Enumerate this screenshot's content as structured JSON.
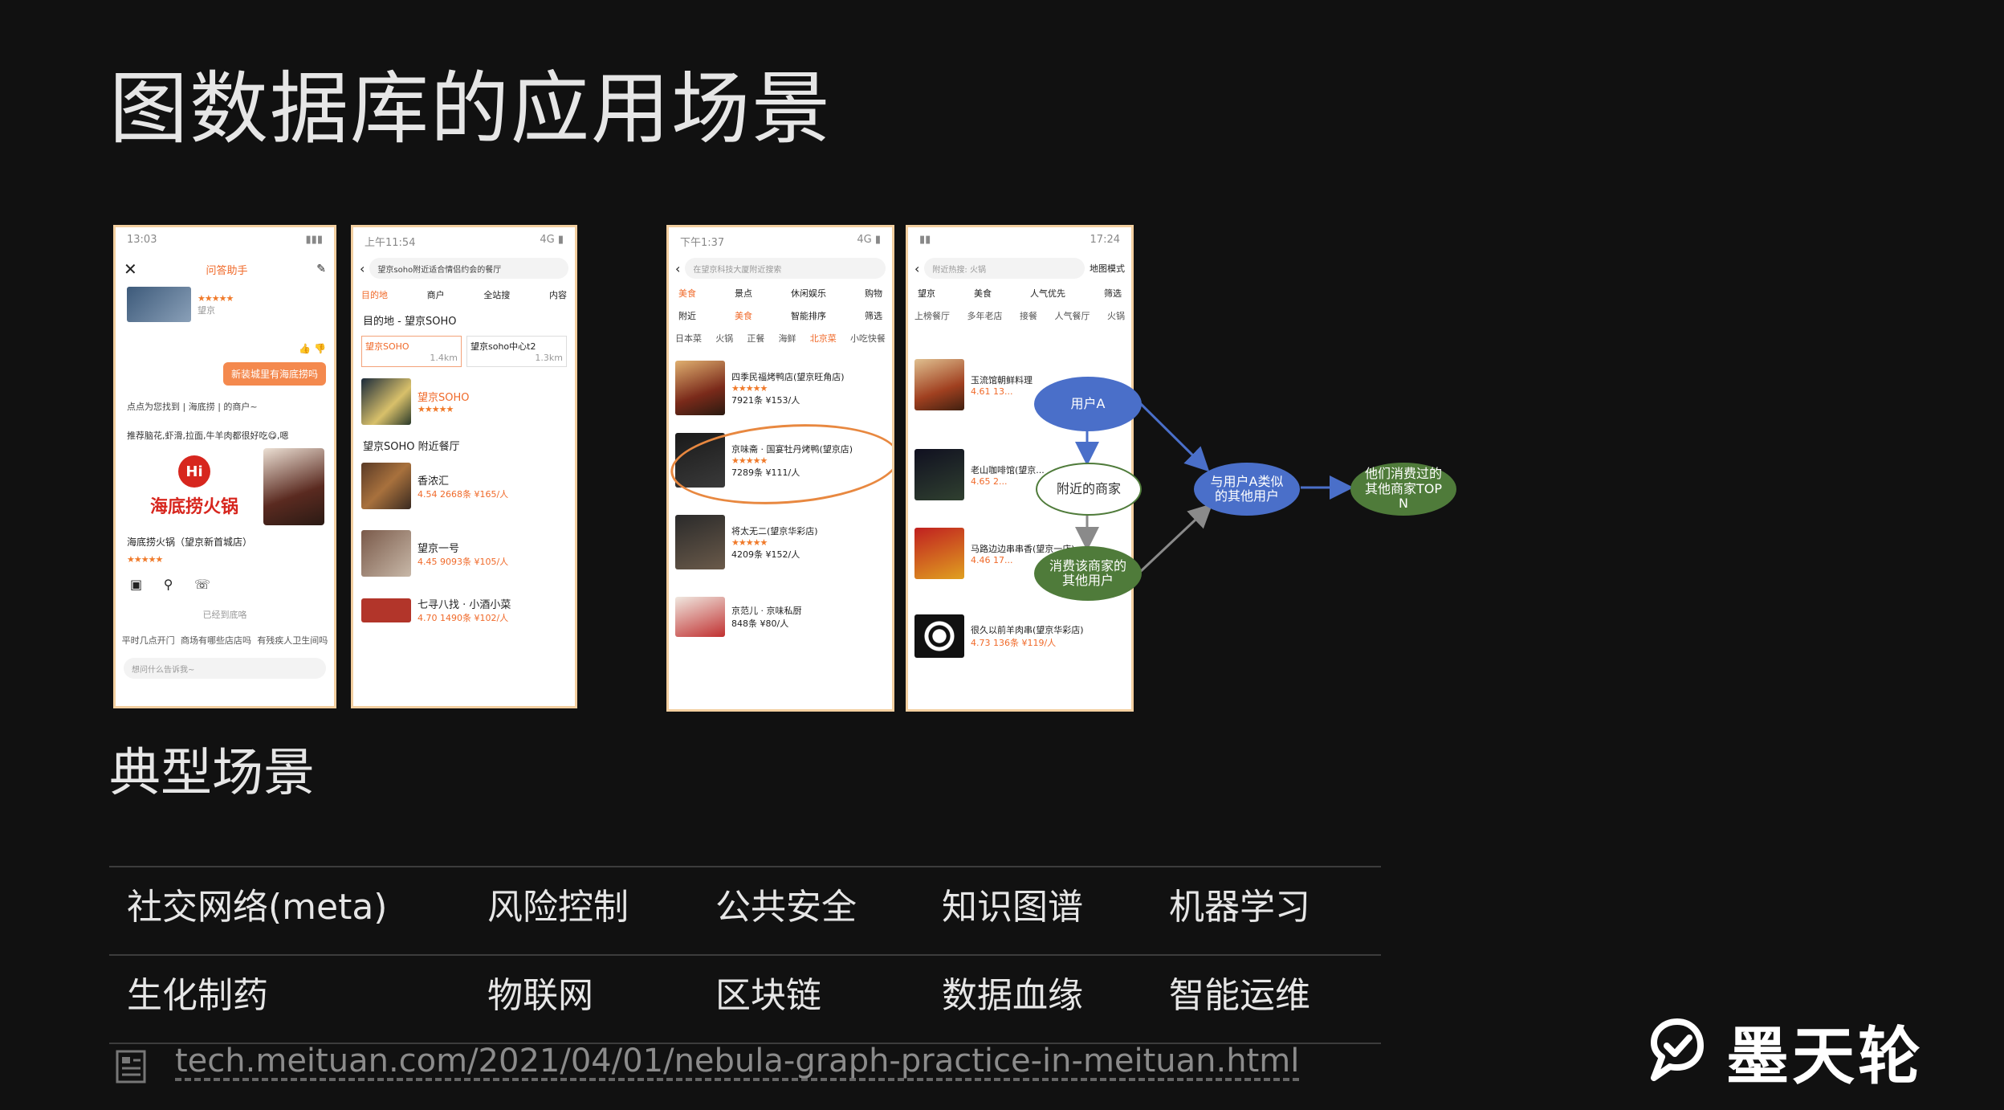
{
  "title": "图数据库的应用场景",
  "subtitle": "典型场景",
  "scenarios": [
    [
      "社交网络(meta)",
      "风险控制",
      "公共安全",
      "知识图谱",
      "机器学习"
    ],
    [
      "生化制药",
      "物联网",
      "区块链",
      "数据血缘",
      "智能运维"
    ]
  ],
  "link": "tech.meituan.com/2021/04/01/nebula-graph-practice-in-meituan.html",
  "logo_text": "墨天轮",
  "phone1": {
    "header": "问答助手",
    "bubble": "新装城里有海底捞吗",
    "q": "点点为您找到 | 海底捞 | 的商户~",
    "rec": "推荐脑花,虾滑,拉面,牛羊肉都很好吃😋,嗯",
    "brand": "海底捞火锅",
    "shop": "海底捞火锅（望京新首城店）",
    "footer": "已经到底咯",
    "chips": [
      "平时几点开门",
      "商场有哪些店店吗",
      "有残疾人卫生间吗"
    ],
    "input": "想问什么告诉我~"
  },
  "phone2": {
    "time": "上午11:54",
    "search": "望京soho附近适合情侣约会的餐厅",
    "tabs": [
      "目的地",
      "商户",
      "全站搜",
      "内容"
    ],
    "dest": "目的地 - 望京SOHO",
    "opt1": "望京SOHO",
    "opt1d": "1.4km",
    "opt2": "望京soho中心t2",
    "opt2d": "1.3km",
    "poi": "望京SOHO",
    "nearby": "望京SOHO 附近餐厅",
    "items": [
      {
        "name": "香浓汇",
        "meta": "4.54 2668条 ¥165/人"
      },
      {
        "name": "望京一号",
        "meta": "4.45 9093条 ¥105/人"
      },
      {
        "name": "七寻八找 · 小酒小菜",
        "meta": "4.70 1490条 ¥102/人"
      }
    ]
  },
  "phone3": {
    "time": "下午1:37",
    "search": "在望京科技大厦附近搜索",
    "tabs": [
      "美食",
      "景点",
      "休闲娱乐",
      "购物"
    ],
    "filters": [
      "附近",
      "美食",
      "智能排序",
      "筛选"
    ],
    "cats": [
      "日本菜",
      "火锅",
      "正餐",
      "海鲜",
      "北京菜",
      "小吃快餐"
    ],
    "items": [
      {
        "name": "四季民福烤鸭店(望京旺角店)",
        "meta": "7921条 ¥153/人"
      },
      {
        "name": "京味斋 · 国宴牡丹烤鸭(望京店)",
        "meta": "7289条 ¥111/人"
      },
      {
        "name": "将太无二(望京华彩店)",
        "meta": "4209条 ¥152/人"
      },
      {
        "name": "京范儿 · 京味私厨",
        "meta": "848条 ¥80/人"
      }
    ]
  },
  "phone4": {
    "search": "附近热搜: 火锅",
    "map": "地图模式",
    "filters": [
      "望京",
      "美食",
      "人气优先",
      "筛选"
    ],
    "chips": [
      "上榜餐厅",
      "多年老店",
      "接餐",
      "人气餐厅",
      "火锅"
    ],
    "items": [
      {
        "name": "玉流馆朝鲜料理",
        "meta": "4.61 13..."
      },
      {
        "name": "老山咖啡馆(望京...",
        "meta": "4.65 2..."
      },
      {
        "name": "马路边边串串香(望京一店)",
        "meta": "4.46 17..."
      },
      {
        "name": "很久以前羊肉串(望京华彩店)",
        "meta": "4.73 136条 ¥119/人"
      }
    ]
  },
  "graph": {
    "user_a": "用户A",
    "nearby": "附近的商家",
    "consumers": "消费该商家的其他用户",
    "similar": "与用户A类似的其他用户",
    "topn": "他们消费过的其他商家TOP N"
  },
  "colors": {
    "background": "#111111",
    "accent": "#f06a2a",
    "blue_node": "#4a6fc9",
    "green_node": "#4f7b3a"
  }
}
